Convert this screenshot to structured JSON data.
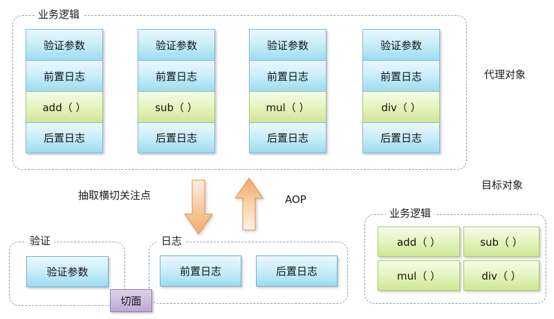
{
  "diagram": {
    "proxy_group": {
      "title": "业务逻辑",
      "side_label": "代理对象",
      "stacks": [
        {
          "cells": [
            {
              "text": "验证参数",
              "color": "blue"
            },
            {
              "text": "前置日志",
              "color": "blue"
            },
            {
              "text": "add（ ）",
              "color": "green"
            },
            {
              "text": "后置日志",
              "color": "blue"
            }
          ]
        },
        {
          "cells": [
            {
              "text": "验证参数",
              "color": "blue"
            },
            {
              "text": "前置日志",
              "color": "blue"
            },
            {
              "text": "sub（ ）",
              "color": "green"
            },
            {
              "text": "后置日志",
              "color": "blue"
            }
          ]
        },
        {
          "cells": [
            {
              "text": "验证参数",
              "color": "blue"
            },
            {
              "text": "前置日志",
              "color": "blue"
            },
            {
              "text": "mul（ ）",
              "color": "green"
            },
            {
              "text": "后置日志",
              "color": "blue"
            }
          ]
        },
        {
          "cells": [
            {
              "text": "验证参数",
              "color": "blue"
            },
            {
              "text": "前置日志",
              "color": "blue"
            },
            {
              "text": "div（ ）",
              "color": "green"
            },
            {
              "text": "后置日志",
              "color": "blue"
            }
          ]
        }
      ]
    },
    "middle": {
      "extract_label": "抽取横切关注点",
      "aop_label": "AOP",
      "down_arrow": "down-arrow",
      "up_arrow": "up-arrow",
      "arrow_color": "#f0a868"
    },
    "validate_group": {
      "title": "验证",
      "boxes": [
        {
          "text": "验证参数"
        }
      ]
    },
    "log_group": {
      "title": "日志",
      "boxes": [
        {
          "text": "前置日志"
        },
        {
          "text": "后置日志"
        }
      ]
    },
    "aspect_badge": {
      "text": "切面",
      "color": "#c8b6de"
    },
    "target_group": {
      "side_label": "目标对象",
      "title": "业务逻辑",
      "boxes": [
        {
          "text": "add（ ）"
        },
        {
          "text": "sub（ ）"
        },
        {
          "text": "mul（ ）"
        },
        {
          "text": "div（ ）"
        }
      ]
    }
  }
}
